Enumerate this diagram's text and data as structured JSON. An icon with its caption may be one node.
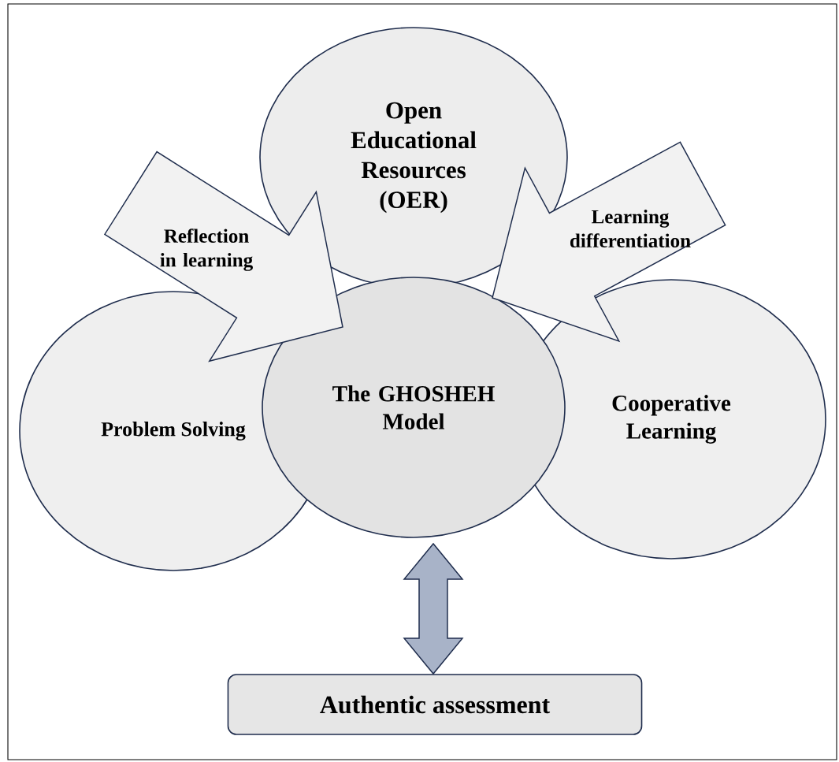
{
  "diagram": {
    "nodes": [
      {
        "text": [
          "Open Educational Resources (OER)"
        ]
      },
      {
        "text": [
          "Problem Solving"
        ]
      },
      {
        "text": [
          "The GHOSHEH Model"
        ]
      },
      {
        "text": [
          "Cooperative Learning"
        ]
      },
      {
        "text": [
          "Authentic assessment"
        ]
      }
    ],
    "edges": [
      {
        "from": null,
        "to": 2,
        "arrow": "to",
        "label": "Reflection in learning"
      },
      {
        "from": null,
        "to": 2,
        "arrow": "to",
        "label": "Learning differentiation"
      },
      {
        "from": 2,
        "to": 4,
        "arrow": "both",
        "color": "#a8b3c8"
      }
    ]
  }
}
